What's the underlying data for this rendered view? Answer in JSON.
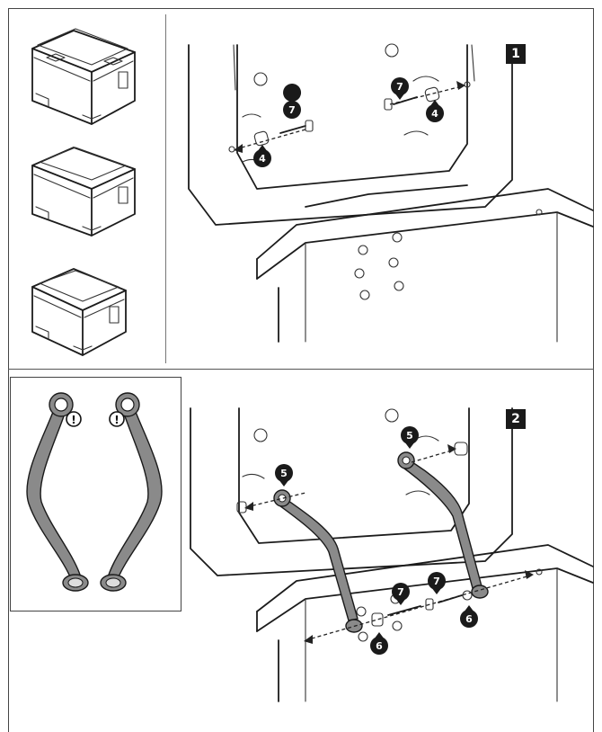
{
  "steps": {
    "step1": {
      "number": "1"
    },
    "step2": {
      "number": "2"
    }
  },
  "callouts": {
    "step1": [
      "7",
      "4",
      "7",
      "4"
    ],
    "step2": [
      "5",
      "5",
      "7",
      "7",
      "6",
      "6"
    ]
  },
  "inset": {
    "warning_symbol": "!"
  },
  "icons": {
    "pin": "numbered-pin-callout",
    "warning": "exclamation-circle-icon"
  },
  "colors": {
    "line": "#1c1c1c",
    "badge": "#1a1a1a",
    "bracket_fill": "#8a8a8a"
  }
}
